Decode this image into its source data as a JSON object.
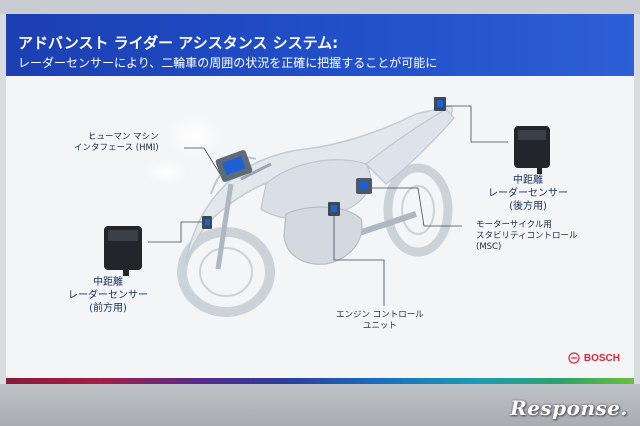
{
  "slide": {
    "title": "アドバンスト ライダー アシスタンス システム:",
    "subtitle": "レーダーセンサーにより、二輪車の周囲の状況を正確に把握することが可能に"
  },
  "labels": {
    "hmi": [
      "ヒューマン マシン",
      "インタフェース (HMI)"
    ],
    "rear_radar": [
      "中距離",
      "レーダーセンサー",
      "(後方用)"
    ],
    "front_radar": [
      "中距離",
      "レーダーセンサー",
      "(前方用)"
    ],
    "msc": [
      "モーターサイクル用",
      "スタビリティコントロール",
      "(MSC)"
    ],
    "ecu": [
      "エンジン コントロール",
      "ユニット"
    ]
  },
  "brand": {
    "name": "BOSCH"
  },
  "watermark": {
    "text": "Response."
  },
  "colors": {
    "banner": "#1c3fb2",
    "sensor_blue": "#1e5fd8",
    "brand_red": "#d7263d"
  }
}
